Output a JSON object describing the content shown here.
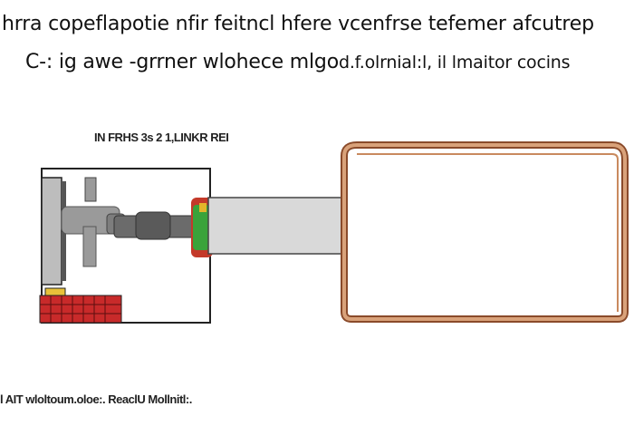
{
  "header": {
    "line1": "hrra copeflapotie nfir feitncl hfere vcenfrse tefemer afcutrep",
    "line2": "C-: ig awe  -grrner wlohece mlgo",
    "line2_tail": "d.f.olrnial:l, il lmaitor cocins"
  },
  "diagram": {
    "label": "IN FRHS 3s 2 1,LINKR REI"
  },
  "footer": {
    "note": "l AIT wloltoum.oloe:. ReaclU Mollnitl:."
  },
  "colors": {
    "frame_copper": "#c98a5e",
    "frame_copper_dark": "#8a4a2a",
    "housing_grey": "#d9d9d9",
    "mechanism_grey": "#9a9a9a",
    "mechanism_dark": "#6b6b6b",
    "ring_green": "#3aa33a",
    "ring_red": "#c43a2a",
    "ring_yellow": "#e3b52a",
    "base_red": "#c82a2a",
    "base_yellow": "#e8c23a",
    "outline": "#222222"
  }
}
